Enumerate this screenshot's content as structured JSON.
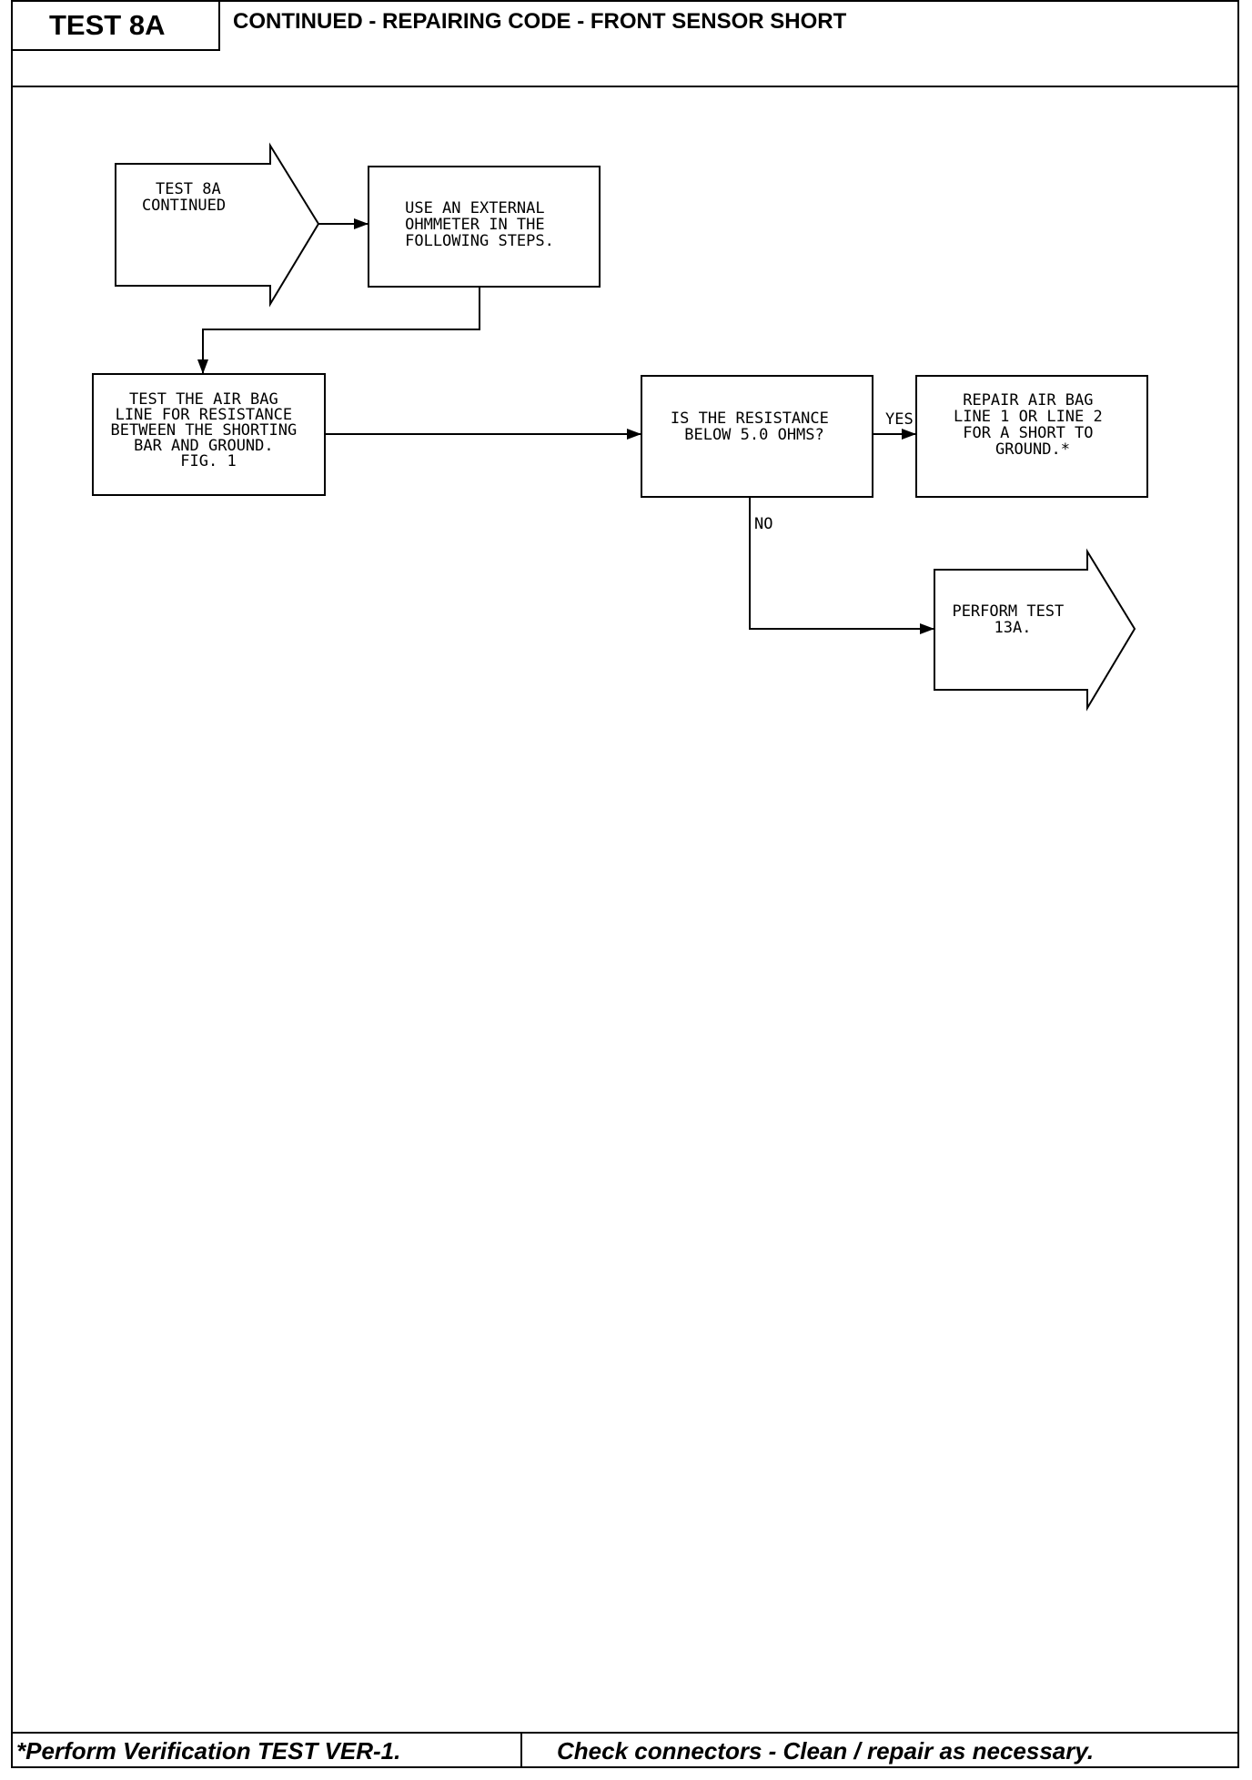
{
  "header": {
    "test_id": "TEST 8A",
    "title": "CONTINUED - REPAIRING CODE - FRONT SENSOR SHORT"
  },
  "nodes": {
    "start": {
      "lines": [
        "TEST 8A",
        "CONTINUED"
      ]
    },
    "use_ohmmeter": {
      "lines": [
        "USE AN EXTERNAL",
        "OHMMETER IN THE",
        "FOLLOWING STEPS."
      ]
    },
    "test_line": {
      "lines": [
        "TEST THE AIR BAG",
        "LINE FOR RESISTANCE",
        "BETWEEN THE SHORTING",
        "BAR AND GROUND.",
        "FIG. 1"
      ]
    },
    "decision": {
      "lines": [
        "IS THE RESISTANCE",
        "BELOW 5.0 OHMS?"
      ]
    },
    "repair": {
      "lines": [
        "REPAIR AIR BAG",
        "LINE 1 OR LINE 2",
        "FOR A SHORT TO",
        "GROUND.*"
      ]
    },
    "perform": {
      "lines": [
        "PERFORM TEST",
        "13A."
      ]
    }
  },
  "edges": {
    "yes_label": "YES",
    "no_label": "NO"
  },
  "footer": {
    "left": "*Perform Verification TEST VER-1.",
    "right": "Check connectors - Clean / repair as necessary."
  }
}
